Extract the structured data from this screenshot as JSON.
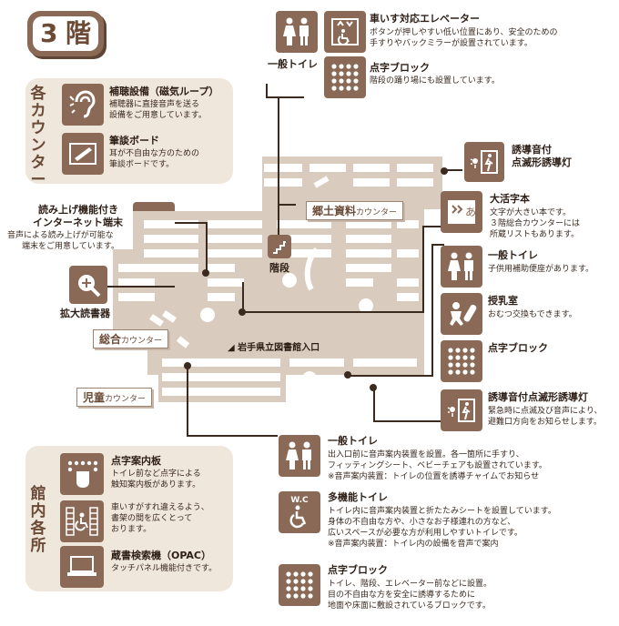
{
  "floor_badge": {
    "number": "3",
    "kanji": "階"
  },
  "colors": {
    "icon_bg": "#8a6a56",
    "panel_bg": "#efe6dc",
    "floor": "#d9cbbd",
    "text": "#3b2a20"
  },
  "counter_panel": {
    "label": "各カウンター",
    "items": [
      {
        "icon": "hearing-loop-icon",
        "title": "補聴設備（磁気ループ）",
        "lines": [
          "補聴器に直接音声を送る",
          "設備をご用意しています。"
        ]
      },
      {
        "icon": "pen-board-icon",
        "title": "筆談ボード",
        "lines": [
          "耳が不自由な方のための",
          "筆談ボードです。"
        ]
      }
    ]
  },
  "reader_terminal": {
    "icon": "speaker-laptop-icon",
    "title_lines": [
      "読み上げ機能付き",
      "インターネット端末"
    ],
    "lines": [
      "音声による読み上げが可能な",
      "端末をご用意しています。"
    ]
  },
  "magnifier": {
    "icon": "magnifier-icon",
    "label": "拡大読書器"
  },
  "top_toilet": {
    "icon": "toilet-icon",
    "label": "一般トイレ"
  },
  "elevator": {
    "icon": "elevator-icon",
    "title": "車いす対応エレベーター",
    "lines": [
      "ボタンが押しやすい低い位置にあり、安全のための",
      "手すりやバックミラーが設置されています。"
    ]
  },
  "top_braille": {
    "icon": "braille-block-icon",
    "title": "点字ブロック",
    "lines": [
      "階段の踊り場にも設置しています。"
    ]
  },
  "guide_light_top": {
    "icon": "guide-light-icon",
    "title_lines": [
      "誘導音付",
      "点滅形誘導灯"
    ]
  },
  "large_print": {
    "icon": "large-print-icon",
    "title": "大活字本",
    "lines": [
      "文字が大きい本です。",
      "３階総合カウンターには",
      "所蔵リストもあります。"
    ]
  },
  "right_list": [
    {
      "icon": "toilet-icon",
      "title": "一般トイレ",
      "lines": [
        "子供用補助便座があります。"
      ]
    },
    {
      "icon": "nursing-room-icon",
      "title": "授乳室",
      "lines": [
        "おむつ交換もできます。"
      ]
    },
    {
      "icon": "braille-block-icon",
      "title": "点字ブロック",
      "lines": []
    }
  ],
  "guide_light_bottom": {
    "icon": "guide-light-icon",
    "title": "誘導音付点滅形誘導灯",
    "lines": [
      "緊急時に点滅及び音声により、",
      "避難口方向をお知らせします。"
    ]
  },
  "floor_map": {
    "local_counter": {
      "main": "郷土資料",
      "small": "カウンター"
    },
    "general_counter": {
      "main": "総合",
      "small": "カウンター"
    },
    "kids_counter": {
      "main": "児童",
      "small": "カウンター"
    },
    "stairs": "階段",
    "entrance": "岩手県立図書館入口"
  },
  "facility_panel": {
    "label": "館内各所",
    "items": [
      {
        "icon": "braille-guide-board-icon",
        "title": "点字案内板",
        "lines": [
          "トイレ前など点字による",
          "触知案内板があります。"
        ]
      },
      {
        "icon": "wide-aisle-icon",
        "title": "",
        "lines": [
          "車いすがすれ違えるよう、",
          "書架の間を広くとって",
          "おります。"
        ]
      },
      {
        "icon": "search-terminal-icon",
        "title": "蔵書検索機（OPAC）",
        "lines": [
          "タッチパネル機能付きです。"
        ]
      }
    ]
  },
  "bottom_list": [
    {
      "icon": "toilet-icon",
      "title": "一般トイレ",
      "lines": [
        "出入口前に音声案内装置を設置。各一箇所に手すり、",
        "フィッティングシート、ベビーチェアも設置されています。",
        "※音声案内装置：トイレの位置を誘導チャイムでお知らせ"
      ]
    },
    {
      "icon": "multipurpose-toilet-icon",
      "badge": "W.C",
      "title": "多機能トイレ",
      "lines": [
        "トイレ内に音声案内装置と折たたみシートを設置しています。",
        "身体の不自由な方や、小さなお子様連れの方など、",
        "広いスペースが必要な方が利用しやすいトイレです。",
        "※音声案内装置：トイレ内の設備を音声で案内"
      ]
    },
    {
      "icon": "braille-block-icon",
      "title": "点字ブロック",
      "lines": [
        "トイレ、階段、エレベーター前などに設置。",
        "目の不自由な方を安全に誘導するために",
        "地面や床面に敷設されているブロックです。"
      ]
    }
  ]
}
